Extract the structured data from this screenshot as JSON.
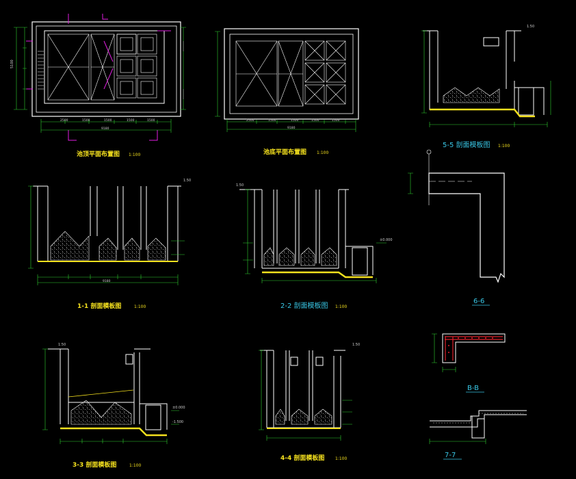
{
  "colors": {
    "background": "#000000",
    "wall": "#ffffff",
    "dimension": "#2ed12e",
    "title": "#f5e11e",
    "section_mark": "#e21ee2",
    "label_cyan": "#39c7e6",
    "rebar_red": "#e0202a"
  },
  "titles": {
    "top_plan": "池顶平面布置图",
    "top_plan_scale": "1:100",
    "bottom_plan": "池底平面布置图",
    "bottom_plan_scale": "1:100",
    "sec_55": "5-5 剖面模板图",
    "sec_55_scale": "1:100",
    "sec_11": "1-1 剖面模板图",
    "sec_11_scale": "1:100",
    "sec_22": "2-2 剖面模板图",
    "sec_22_scale": "1:100",
    "sec_33": "3-3 剖面模板图",
    "sec_33_scale": "1:100",
    "sec_44": "4-4 剖面模板图",
    "sec_44_scale": "1:100",
    "sec_66": "6-6",
    "sec_bb": "B-B",
    "sec_77": "7-7"
  },
  "labels": {
    "elev_top": "1.50",
    "elev_ground": "±0.000",
    "elev_bottom": "-1.500",
    "dim_total": "9180",
    "dim_height": "5100"
  }
}
